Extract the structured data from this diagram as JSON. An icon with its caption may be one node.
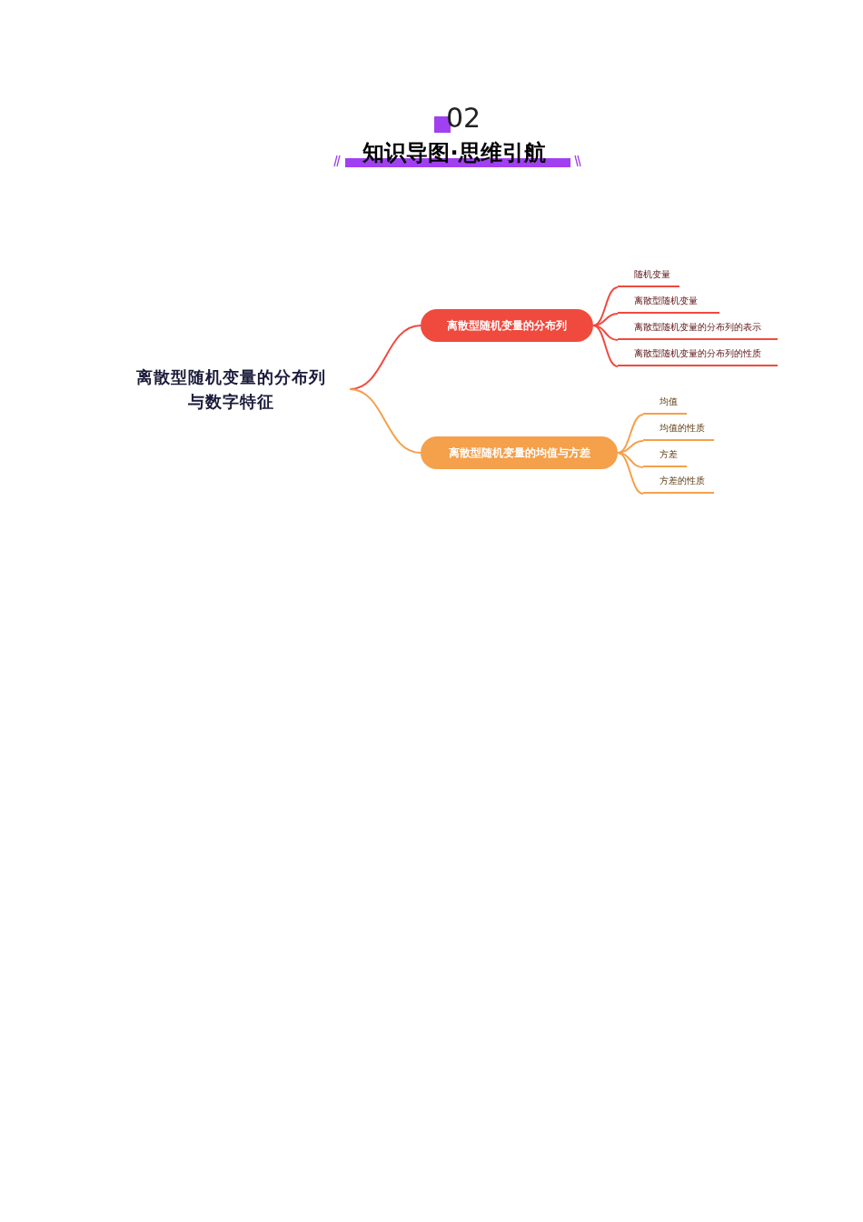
{
  "diagram": {
    "title": "知识导图·思维引航",
    "nodes": [
      {
        "text": [
          "离散型随机变量的分布列与数字特征"
        ]
      },
      {
        "text": [
          "离散型随机变量的分布列"
        ]
      },
      {
        "text": [
          "离散型随机变量的均值与方差"
        ]
      },
      {
        "text": [
          "随机变量"
        ]
      },
      {
        "text": [
          "离散型随机变量"
        ]
      },
      {
        "text": [
          "离散型随机变量的分布列的表示"
        ]
      },
      {
        "text": [
          "离散型随机变量的分布列的性质"
        ]
      },
      {
        "text": [
          "均值"
        ]
      },
      {
        "text": [
          "均值的性质"
        ]
      },
      {
        "text": [
          "方差"
        ]
      },
      {
        "text": [
          "方差的性质"
        ]
      }
    ],
    "edges": [
      {
        "from": 0,
        "to": 1,
        "arrow": "none",
        "color": "#f04a3e"
      },
      {
        "from": 0,
        "to": 2,
        "arrow": "none",
        "color": "#f5a04a"
      },
      {
        "from": 1,
        "to": 3,
        "arrow": "none",
        "color": "#f04a3e"
      },
      {
        "from": 1,
        "to": 4,
        "arrow": "none",
        "color": "#f04a3e"
      },
      {
        "from": 1,
        "to": 5,
        "arrow": "none",
        "color": "#f04a3e"
      },
      {
        "from": 1,
        "to": 6,
        "arrow": "none",
        "color": "#f04a3e"
      },
      {
        "from": 2,
        "to": 7,
        "arrow": "none",
        "color": "#f5a04a"
      },
      {
        "from": 2,
        "to": 8,
        "arrow": "none",
        "color": "#f5a04a"
      },
      {
        "from": 2,
        "to": 9,
        "arrow": "none",
        "color": "#f5a04a"
      },
      {
        "from": 2,
        "to": 10,
        "arrow": "none",
        "color": "#f5a04a"
      }
    ],
    "labels": [
      "02"
    ]
  }
}
